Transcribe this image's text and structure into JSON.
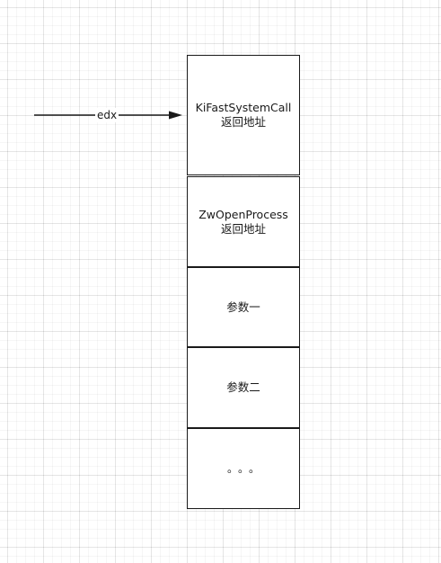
{
  "pointer": {
    "label": "edx"
  },
  "stack": {
    "frames": [
      {
        "line1": "KiFastSystemCall",
        "line2": "返回地址"
      },
      {
        "line1": "ZwOpenProcess",
        "line2": "返回地址"
      },
      {
        "line1": "参数一"
      },
      {
        "line1": "参数二"
      },
      {
        "line1": "。。。"
      }
    ]
  },
  "colors": {
    "stroke": "#1a1a1a",
    "background": "#ffffff"
  }
}
